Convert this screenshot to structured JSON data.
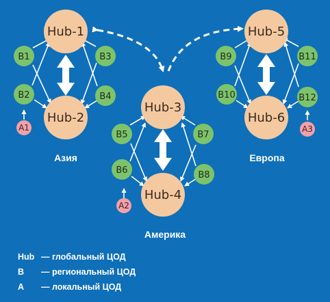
{
  "hubs": [
    {
      "id": "h1",
      "label": "Hub-1"
    },
    {
      "id": "h2",
      "label": "Hub-2"
    },
    {
      "id": "h3",
      "label": "Hub-3"
    },
    {
      "id": "h4",
      "label": "Hub-4"
    },
    {
      "id": "h5",
      "label": "Hub-5"
    },
    {
      "id": "h6",
      "label": "Hub-6"
    }
  ],
  "regional": [
    {
      "id": "b1",
      "label": "B1"
    },
    {
      "id": "b2",
      "label": "B2"
    },
    {
      "id": "b3",
      "label": "B3"
    },
    {
      "id": "b4",
      "label": "B4"
    },
    {
      "id": "b5",
      "label": "B5"
    },
    {
      "id": "b6",
      "label": "B6"
    },
    {
      "id": "b7",
      "label": "B7"
    },
    {
      "id": "b8",
      "label": "B8"
    },
    {
      "id": "b9",
      "label": "B9"
    },
    {
      "id": "b10",
      "label": "B10"
    },
    {
      "id": "b11",
      "label": "B11"
    },
    {
      "id": "b12",
      "label": "B12"
    }
  ],
  "local": [
    {
      "id": "a1",
      "label": "A1"
    },
    {
      "id": "a2",
      "label": "A2"
    },
    {
      "id": "a3",
      "label": "A3"
    }
  ],
  "regions": {
    "asia": "Азия",
    "america": "Америка",
    "europe": "Европа"
  },
  "legend": [
    {
      "key": "Hub",
      "desc": "— глобальный ЦОД"
    },
    {
      "key": "B",
      "desc": "— региональный ЦОД"
    },
    {
      "key": "A",
      "desc": "— локальный ЦОД"
    }
  ],
  "colors": {
    "background": "#0f6fb8",
    "hub": "#f5c9a0",
    "regional": "#7dc36b",
    "local": "#f3a1a8",
    "arrow": "#ffffff"
  }
}
